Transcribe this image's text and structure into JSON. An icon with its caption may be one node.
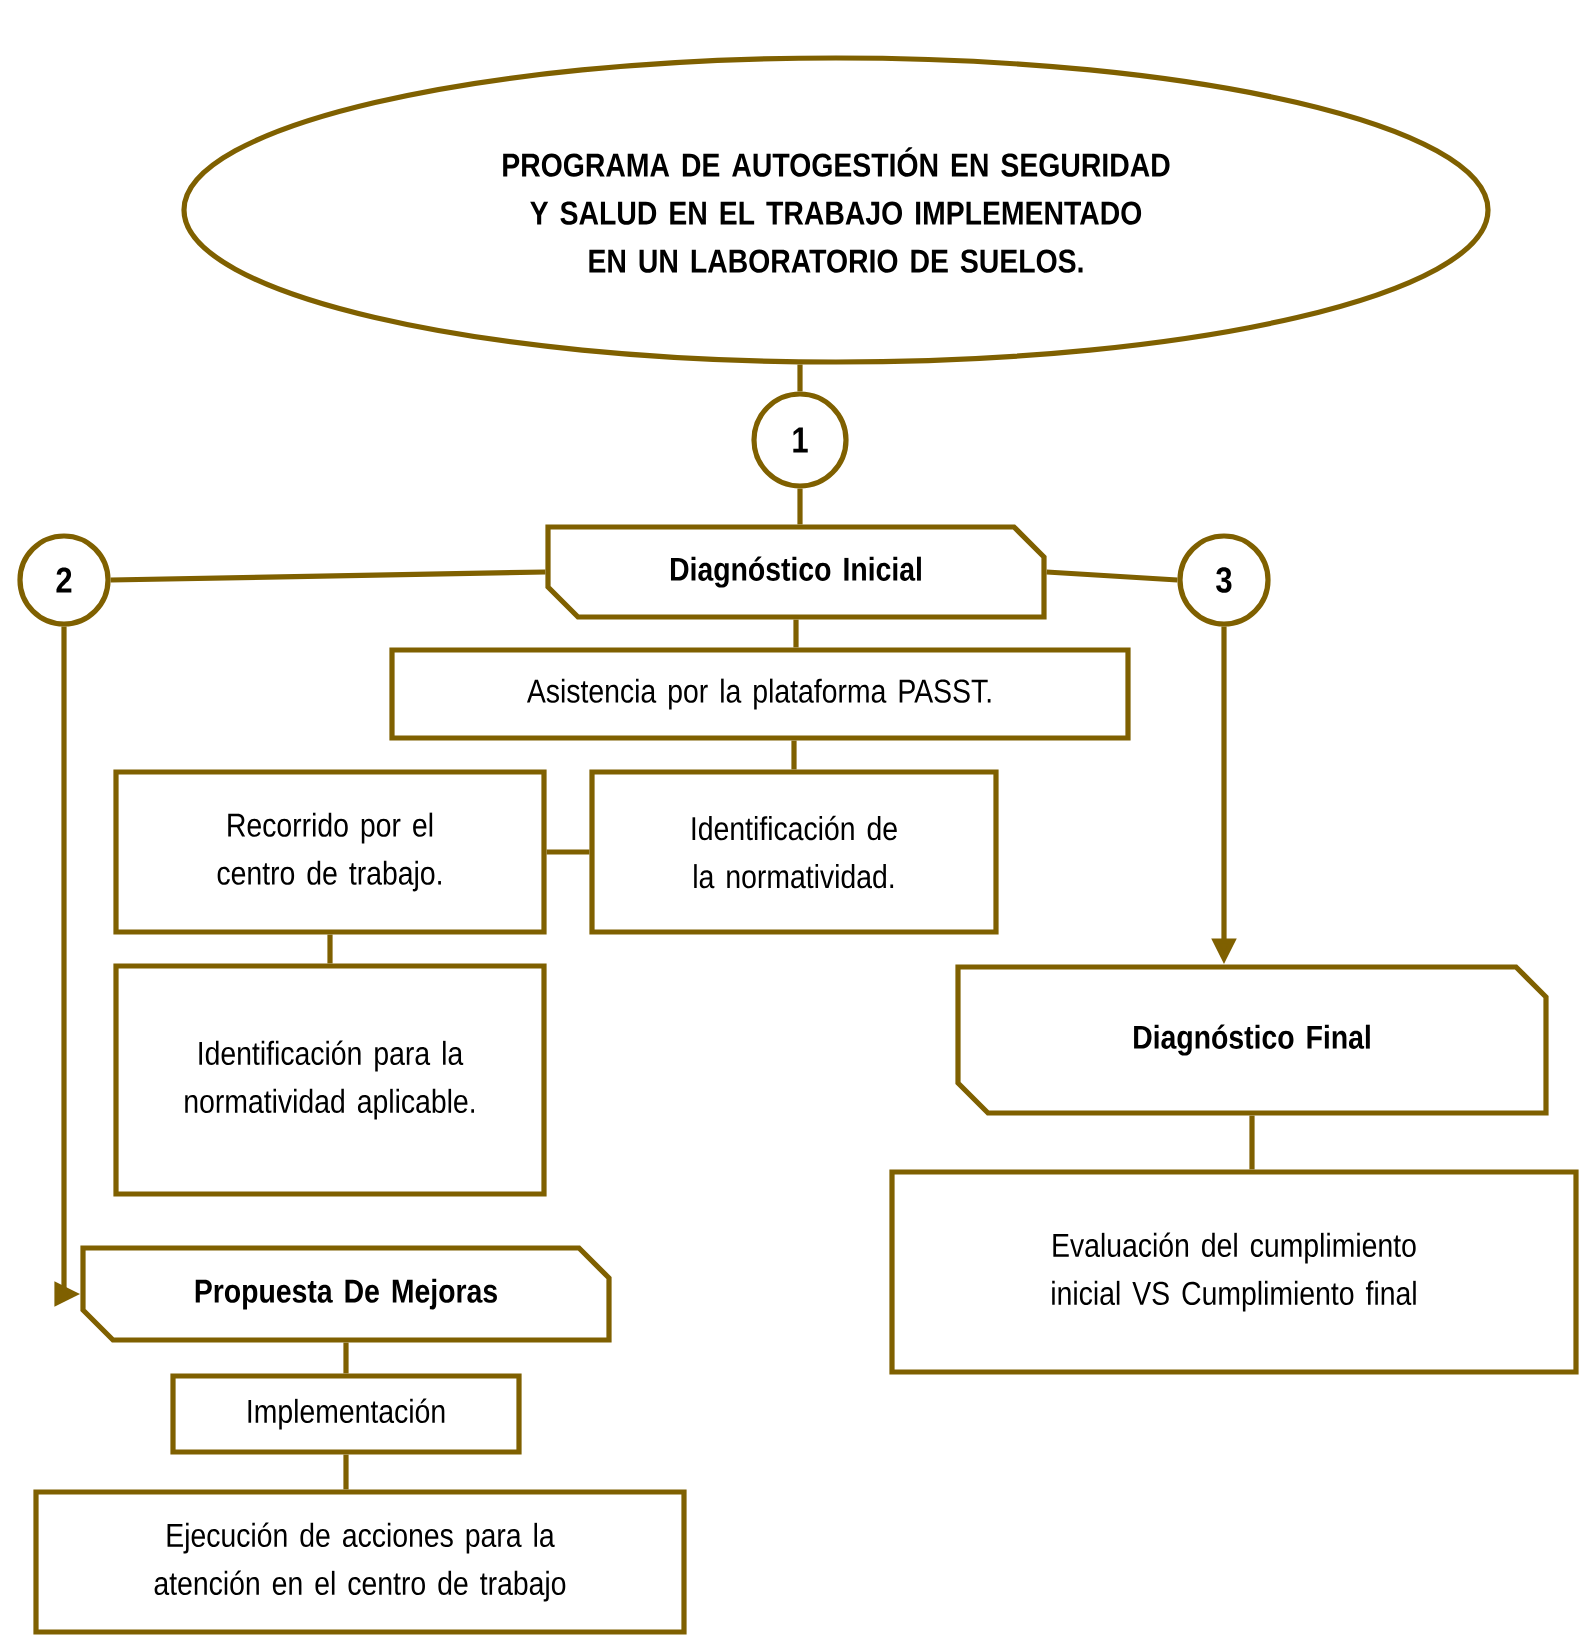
{
  "diagram": {
    "nodes": [
      {
        "text": [
          "PROGRAMA DE AUTOGESTIÓN EN SEGURIDAD Y SALUD EN EL TRABAJO IMPLEMENTADO EN UN LABORATORIO DE SUELOS."
        ]
      },
      {
        "text": [
          "1"
        ]
      },
      {
        "text": [
          "Diagnóstico Inicial"
        ]
      },
      {
        "text": [
          "2"
        ]
      },
      {
        "text": [
          "3"
        ]
      },
      {
        "text": [
          "Asistencia por la plataforma PASST."
        ]
      },
      {
        "text": [
          "Recorrido por el centro de trabajo."
        ]
      },
      {
        "text": [
          "Identificación de la normatividad."
        ]
      },
      {
        "text": [
          "Identificación para la normatividad aplicable."
        ]
      },
      {
        "text": [
          "Propuesta De Mejoras"
        ]
      },
      {
        "text": [
          "Implementación"
        ]
      },
      {
        "text": [
          "Ejecución de acciones para la atención en el centro de trabajo"
        ]
      },
      {
        "text": [
          "Diagnóstico Final"
        ]
      },
      {
        "text": [
          "Evaluación del cumplimiento inicial VS Cumplimiento final"
        ]
      }
    ],
    "edges": [
      {
        "from": 0,
        "to": 1,
        "arrow": "none"
      },
      {
        "from": 1,
        "to": 2,
        "arrow": "none"
      },
      {
        "from": 2,
        "to": 3,
        "arrow": "none"
      },
      {
        "from": 2,
        "to": 4,
        "arrow": "none"
      },
      {
        "from": 2,
        "to": 5,
        "arrow": "none"
      },
      {
        "from": 5,
        "to": 7,
        "arrow": "none"
      },
      {
        "from": 6,
        "to": 7,
        "arrow": "none"
      },
      {
        "from": 6,
        "to": 8,
        "arrow": "none"
      },
      {
        "from": 3,
        "to": 9,
        "arrow": "to"
      },
      {
        "from": 9,
        "to": 10,
        "arrow": "none"
      },
      {
        "from": 10,
        "to": 11,
        "arrow": "none"
      },
      {
        "from": 4,
        "to": 12,
        "arrow": "to"
      },
      {
        "from": 12,
        "to": 13,
        "arrow": "none"
      }
    ]
  }
}
